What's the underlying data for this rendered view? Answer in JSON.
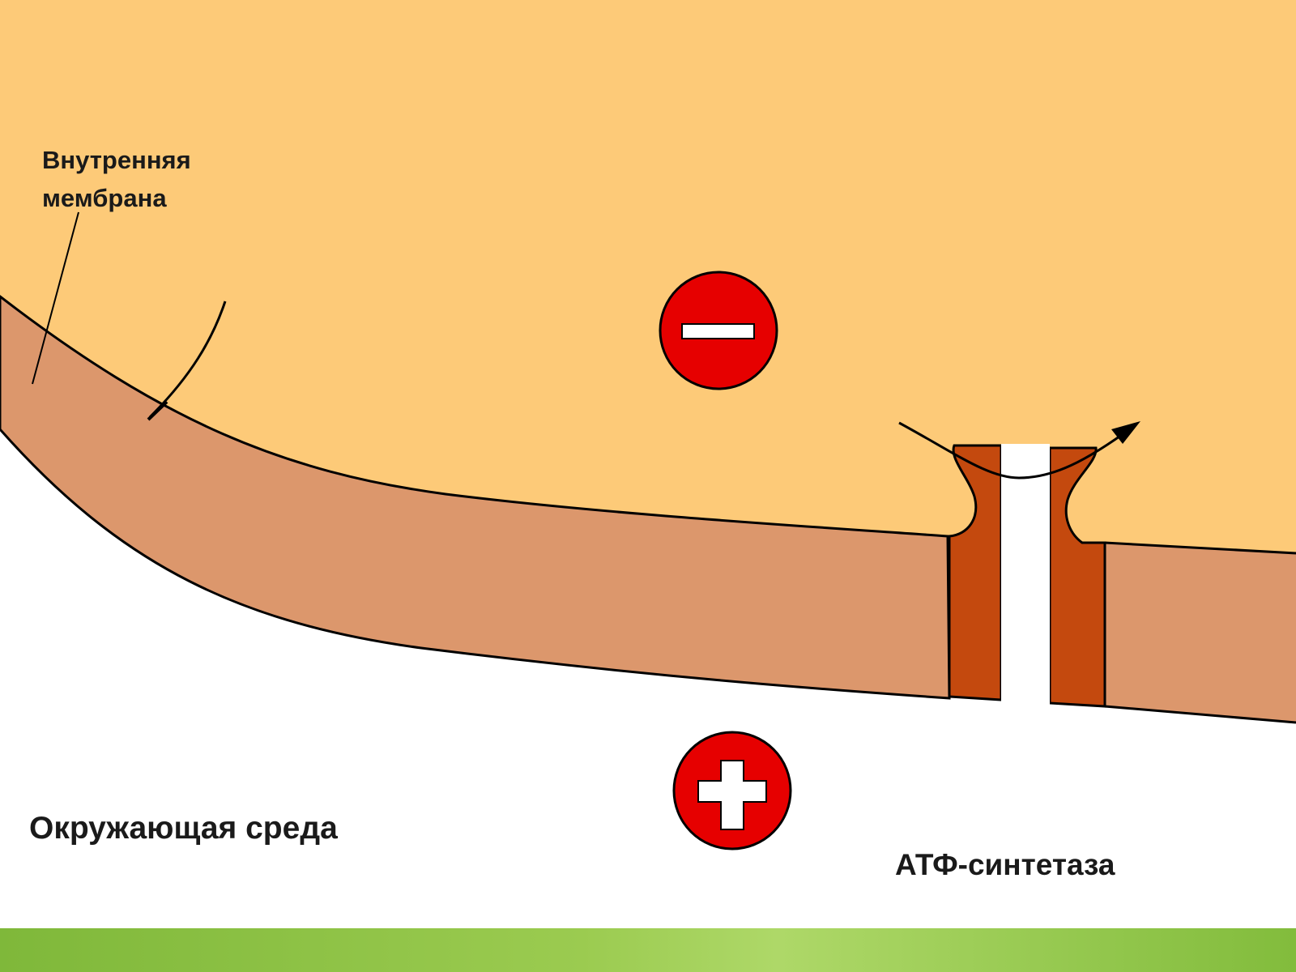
{
  "labels": {
    "inner_membrane_line1": "Внутренняя",
    "inner_membrane_line2": "мембрана",
    "environment": "Окружающая среда",
    "atp_synthase": "АТФ-синтетаза"
  },
  "charges": {
    "inside": "minus",
    "outside": "plus"
  },
  "colors": {
    "matrix": "#FDCA78",
    "membrane": "#DC976C",
    "atp_synthase": "#C4490E",
    "charge_circle": "#E60000",
    "footer_green": "#8DC63F",
    "environment": "#FFFFFF"
  },
  "icons": {
    "inside_charge": "minus-icon",
    "outside_charge": "plus-icon",
    "proton_flow": "curved-arrow-icon"
  }
}
